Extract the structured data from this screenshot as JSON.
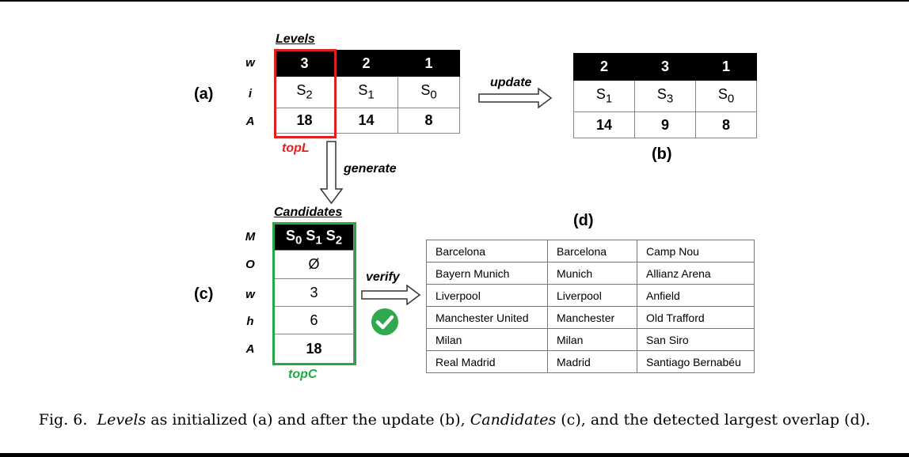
{
  "levels_heading": "Levels",
  "candidates_heading": "Candidates",
  "panel_labels": {
    "a": "(a)",
    "b": "(b)",
    "c": "(c)",
    "d": "(d)"
  },
  "levels_row_labels": [
    "w",
    "i",
    "A"
  ],
  "candidates_row_labels": [
    "M",
    "O",
    "w",
    "h",
    "A"
  ],
  "levels_a": {
    "w": [
      "3",
      "2",
      "1"
    ],
    "i": [
      {
        "base": "S",
        "sub": "2"
      },
      {
        "base": "S",
        "sub": "1"
      },
      {
        "base": "S",
        "sub": "0"
      }
    ],
    "A": [
      "18",
      "14",
      "8"
    ]
  },
  "levels_b": {
    "w": [
      "2",
      "3",
      "1"
    ],
    "i": [
      {
        "base": "S",
        "sub": "1"
      },
      {
        "base": "S",
        "sub": "3"
      },
      {
        "base": "S",
        "sub": "0"
      }
    ],
    "A": [
      "14",
      "9",
      "8"
    ]
  },
  "candidates": {
    "M": [
      {
        "base": "S",
        "sub": "0"
      },
      {
        "base": "S",
        "sub": "1"
      },
      {
        "base": "S",
        "sub": "2"
      }
    ],
    "O": "Ø",
    "w": "3",
    "h": "6",
    "A": "18"
  },
  "arrows": {
    "update": "update",
    "generate": "generate",
    "verify": "verify"
  },
  "markers": {
    "topL": "topL",
    "topC": "topC"
  },
  "overlap_table": [
    [
      "Barcelona",
      "Barcelona",
      "Camp Nou"
    ],
    [
      "Bayern Munich",
      "Munich",
      "Allianz Arena"
    ],
    [
      "Liverpool",
      "Liverpool",
      "Anfield"
    ],
    [
      "Manchester United",
      "Manchester",
      "Old Trafford"
    ],
    [
      "Milan",
      "Milan",
      "San Siro"
    ],
    [
      "Real Madrid",
      "Madrid",
      "Santiago Bernabéu"
    ]
  ],
  "caption": {
    "prefix": "Fig. 6.",
    "levels_word": "Levels",
    "part1": " as initialized (a) and after the update (b), ",
    "candidates_word": "Candidates",
    "part2": " (c), and the detected largest overlap (d)."
  },
  "colors": {
    "topL_box": "#e02020",
    "topC_box": "#22a845",
    "check": "#2fa84f"
  }
}
